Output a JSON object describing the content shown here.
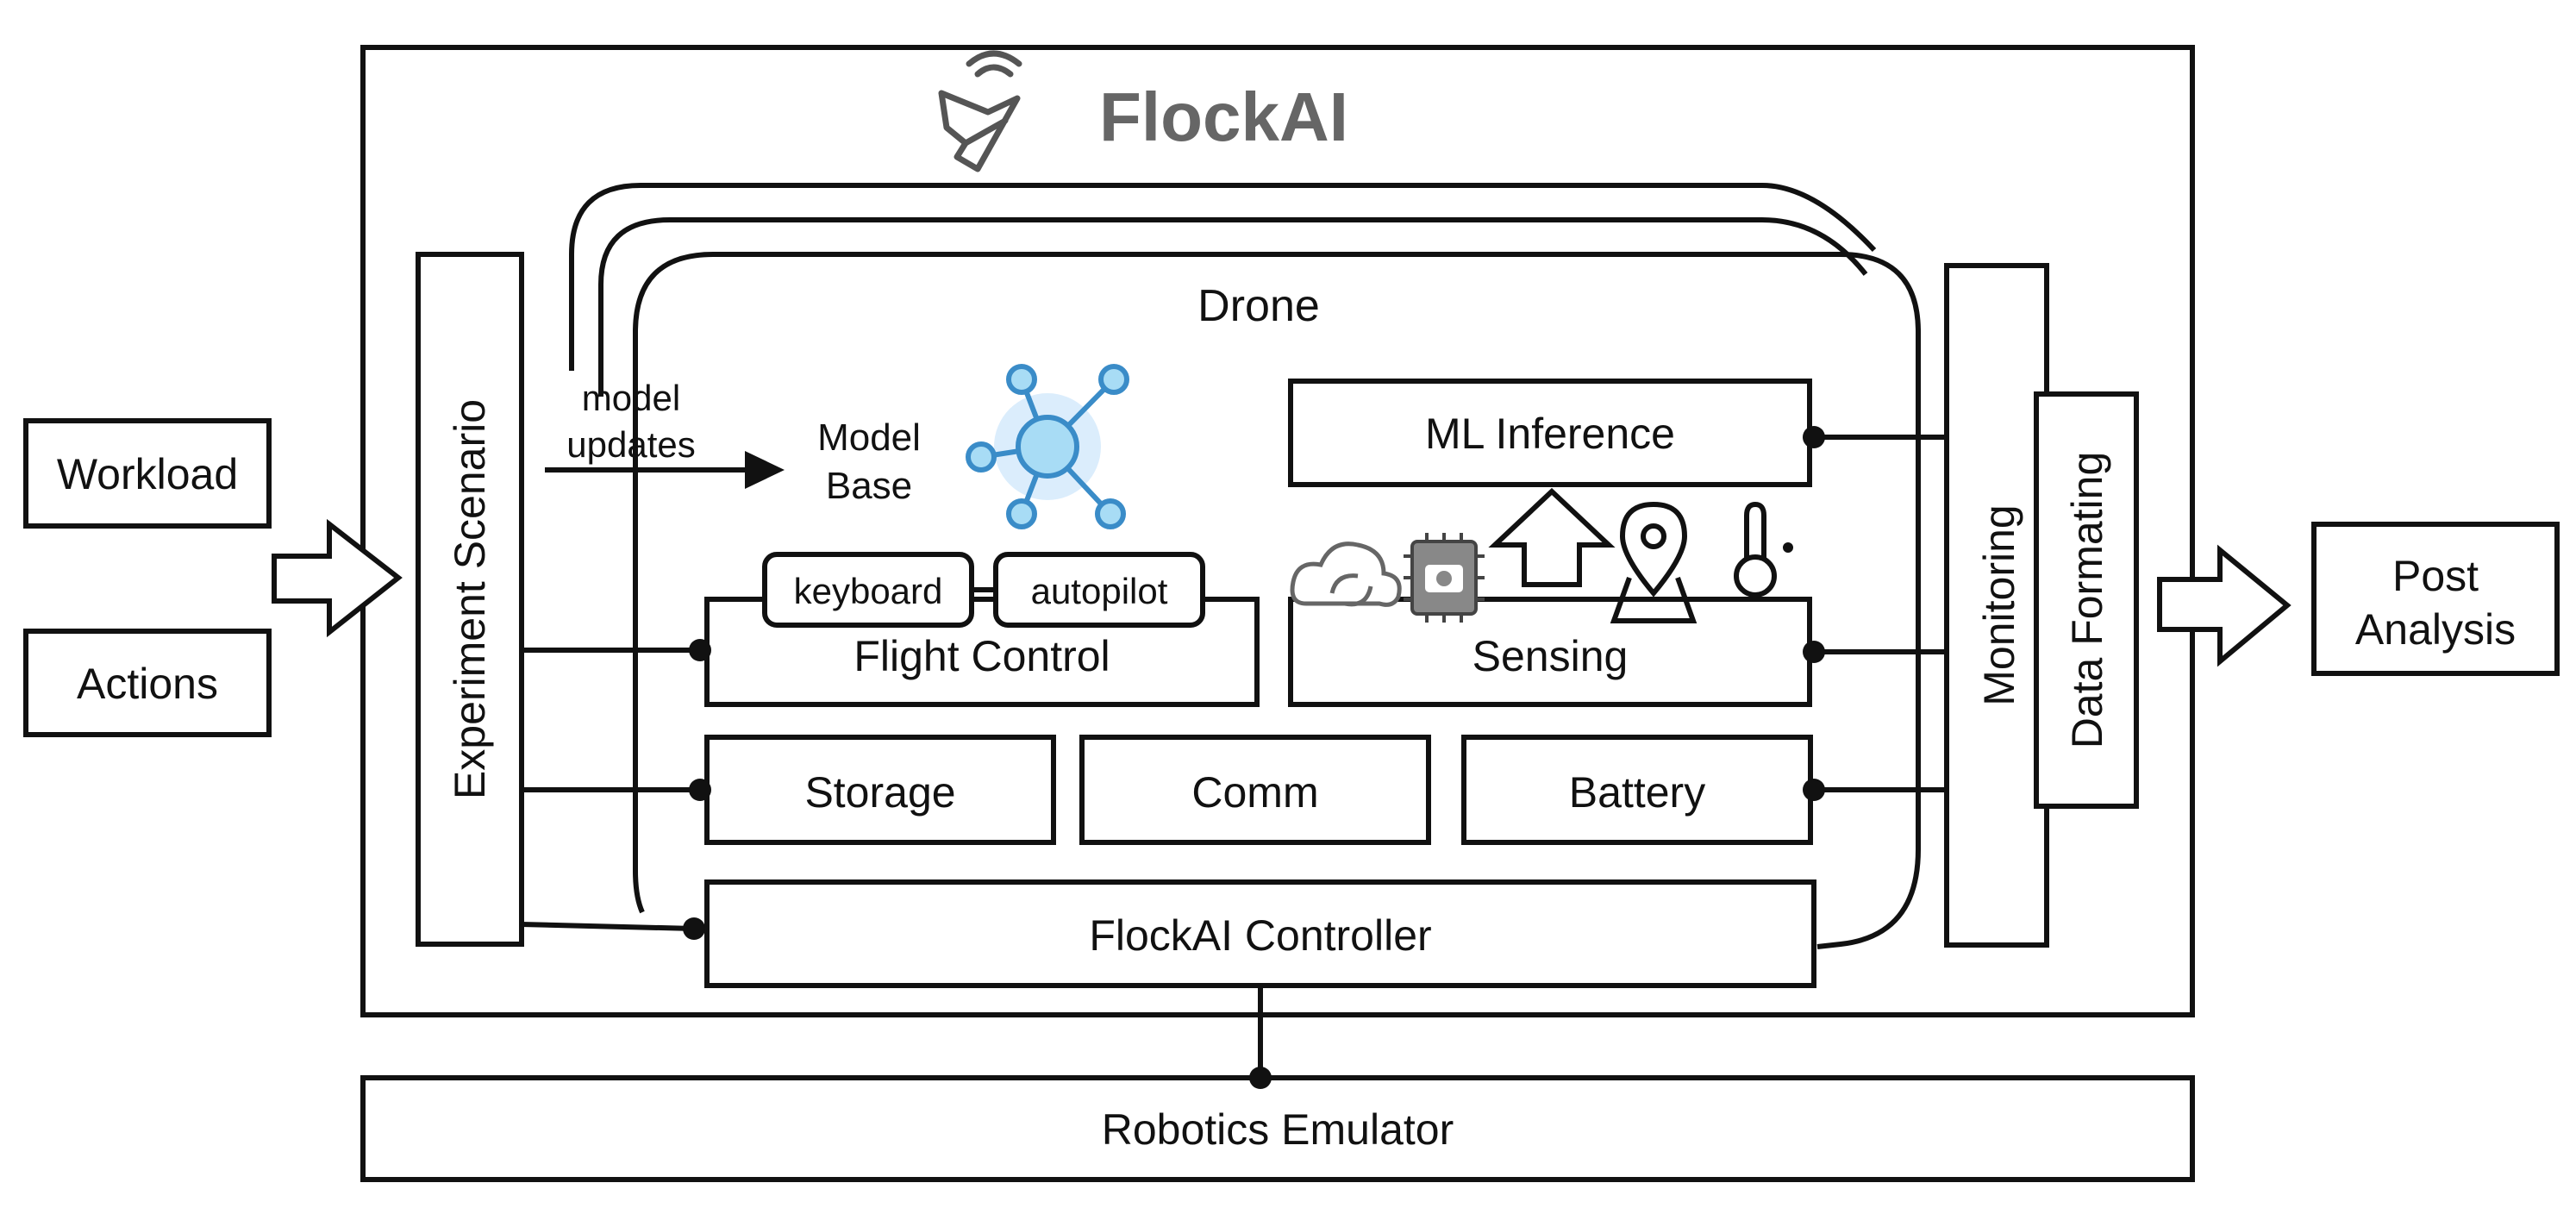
{
  "brand": {
    "name": "FlockAI",
    "logo_icon": "bird-wifi-logo-icon"
  },
  "inputs": {
    "workload": "Workload",
    "actions": "Actions"
  },
  "experiment_scenario": "Experiment Scenario",
  "drone": {
    "title": "Drone",
    "model_updates_line1": "model",
    "model_updates_line2": "updates",
    "model_base_line1": "Model",
    "model_base_line2": "Base",
    "model_base_icon": "network-node-icon",
    "ml_inference": "ML Inference",
    "flight_control": "Flight Control",
    "keyboard": "keyboard",
    "autopilot": "autopilot",
    "sensing": "Sensing",
    "sensor_icons": [
      "cloud-sync-icon",
      "chip-camera-icon",
      "upload-arrow-icon",
      "location-pin-icon",
      "thermometer-icon"
    ],
    "storage": "Storage",
    "comm": "Comm",
    "battery": "Battery"
  },
  "controller": "FlockAI Controller",
  "monitoring": "Monitoring",
  "data_formating": "Data Formating",
  "post_analysis_line1": "Post",
  "post_analysis_line2": "Analysis",
  "robotics_emulator": "Robotics Emulator",
  "colors": {
    "stroke": "#111111",
    "logo": "#666666",
    "node_fill": "#a8dcf5",
    "node_stroke": "#3a8cc8",
    "node_glow": "#d2e9fb"
  }
}
